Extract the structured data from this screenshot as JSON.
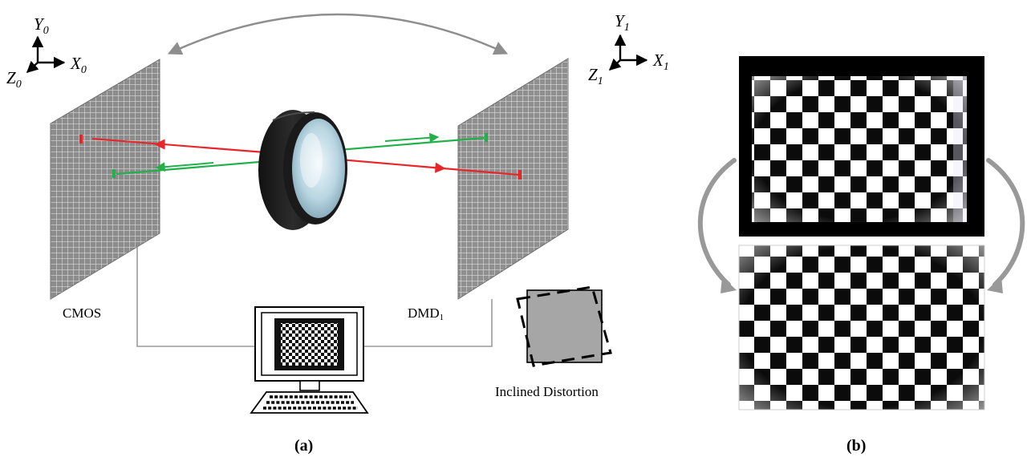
{
  "panel_a": {
    "caption": "(a)",
    "cmos_label": "CMOS",
    "dmd_label": "DMD",
    "dmd_sub": "1",
    "distortion_label": "Inclined Distortion",
    "axes_left": {
      "y": "Y",
      "y_sub": "0",
      "x": "X",
      "x_sub": "0",
      "z": "Z",
      "z_sub": "0"
    },
    "axes_right": {
      "y": "Y",
      "y_sub": "1",
      "x": "X",
      "x_sub": "1",
      "z": "Z",
      "z_sub": "1"
    }
  },
  "panel_b": {
    "caption": "(b)"
  },
  "colors": {
    "ray_red": "#e8262a",
    "ray_green": "#22b04a",
    "grid_panel": "#8c8c8c",
    "grid_line": "#d8d8d8",
    "wire": "#9a9a9a",
    "arc": "#8e8e8e"
  }
}
